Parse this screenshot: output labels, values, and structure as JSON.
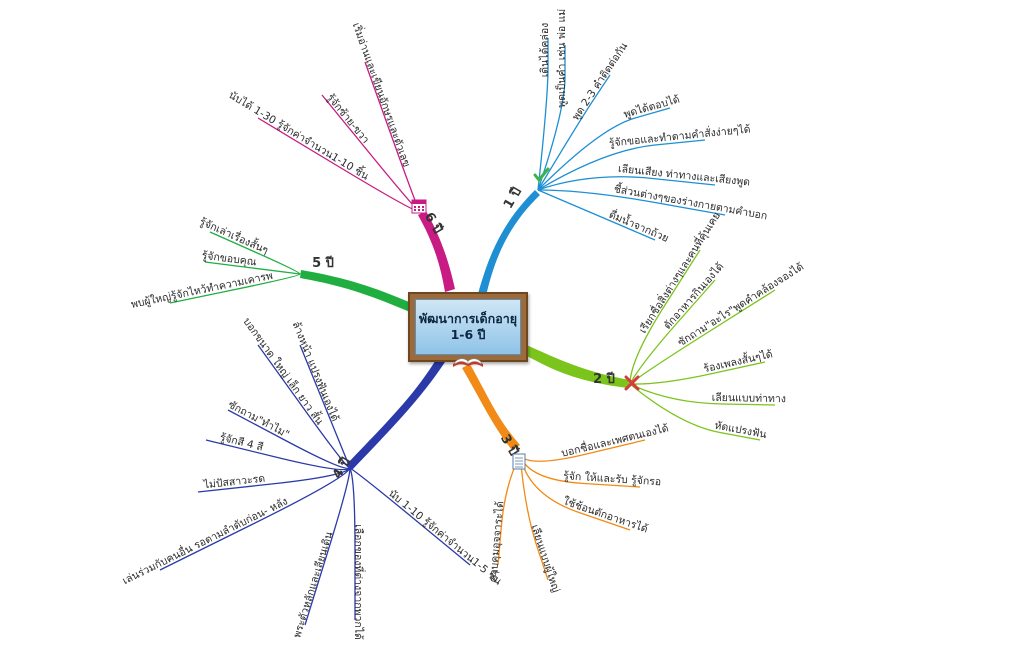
{
  "center": {
    "title": "พัฒนาการเด็กอายุ",
    "subtitle": "1-6 ปี"
  },
  "branches": [
    {
      "id": "age1",
      "label": "1 ปี",
      "color": "#1d8fd2",
      "icon": "check-icon",
      "items": [
        "เดินได้คล่อง",
        "พูดเป็นคำ เช่น พ่อ แม่",
        "พูด 2-3 คำติดต่อกัน",
        "พูดได้ตอบได้",
        "รู้จักขอและทำตามคำสั่งง่ายๆได้",
        "เลียนเสียง ท่าทางและเสียงพูด",
        "ชี้ส่วนต่างๆของร่างกายตามคำบอก",
        "ดื่มน้ำจากถ้วย"
      ]
    },
    {
      "id": "age2",
      "label": "2 ปี",
      "color": "#7ac41c",
      "icon": "cross-icon",
      "items": [
        "เรียกชื่อสิ่งต่างๆและคนที่คุ้นเคย",
        "ตักอาหารกินเองได้",
        "ซักถาม\"อะไร\"พูดคำคล้องจองได้",
        "ร้องเพลงสั้นๆได้",
        "เลียนแบบท่าทาง",
        "หัดแปรงฟัน"
      ]
    },
    {
      "id": "age3",
      "label": "3 ปี",
      "color": "#f28a17",
      "icon": "document-icon",
      "items": [
        "บอกชื่อและเพศตนเองได้",
        "รู้จัก ให้และรับ รู้จักรอ",
        "ใช้ช้อนตักอาหารได้",
        "เลียนแบบผู้ใหญ่",
        "ควบคุมอุจจาระได้"
      ]
    },
    {
      "id": "age4",
      "label": "4 ปี",
      "color": "#2b3aa8",
      "icon": "",
      "items": [
        "ล้างหน้า แปรงฟันเองได้",
        "บอกขนาด ใหญ่ เล็ก ยาว สั้น",
        "ซักถาม\"ทำไม\"",
        "รู้จักสี 4 สี",
        "ไม่ปัสสาวะรด",
        "เล่นร่วมกับคนอื่น รอตามลำดับก่อน- หลัง",
        "พระตัวหลักและเลียนเดิน",
        "เลือกของที่ต่างจากพวกได้",
        "นับ 1-10 รู้จักค่าจำนวน1-5 ชิ้น"
      ]
    },
    {
      "id": "age5",
      "label": "5 ปี",
      "color": "#1fae3f",
      "icon": "",
      "items": [
        "รู้จักเล่าเรื่องสั้นๆ",
        "รู้จักขอบคุณ",
        "พบผู้ใหญ่รู้จักไหว้ทำความเคารพ"
      ]
    },
    {
      "id": "age6",
      "label": "6 ปี",
      "color": "#c81b83",
      "icon": "calendar-icon",
      "items": [
        "เริ่มอ่านและเขียนอักษรและตัวเลข",
        "รู้จักซ้าย-ขวา",
        "นับได้ 1-30 รู้จักค่าจำนวน1-10 ชิ้น"
      ]
    }
  ]
}
